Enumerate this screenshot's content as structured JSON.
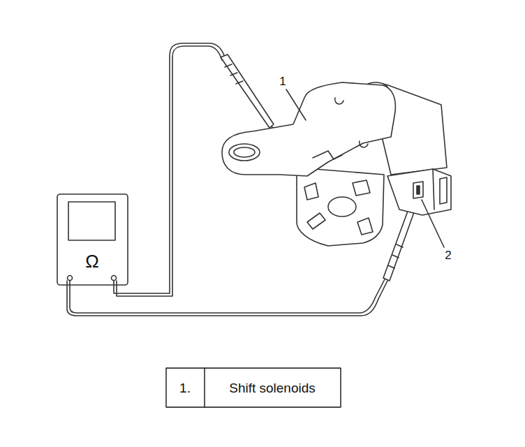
{
  "diagram": {
    "labels": [
      "1",
      "2",
      "Ω",
      "1.",
      "Shift solenoids"
    ]
  }
}
